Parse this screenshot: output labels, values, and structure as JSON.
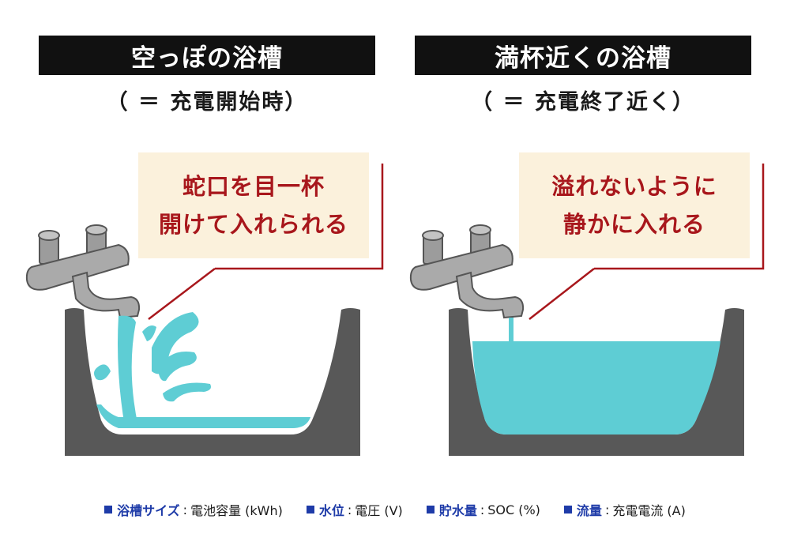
{
  "left_panel": {
    "title": "空っぽの浴槽",
    "subtitle": "（ ＝ 充電開始時）",
    "callout_line1": "蛇口を目一杯",
    "callout_line2": "開けて入れられる"
  },
  "right_panel": {
    "title": "満杯近くの浴槽",
    "subtitle": "（ ＝ 充電終了近く）",
    "callout_line1": "溢れないように",
    "callout_line2": "静かに入れる"
  },
  "legend": [
    {
      "term": "浴槽サイズ",
      "meaning": "電池容量 (kWh)"
    },
    {
      "term": "水位",
      "meaning": "電圧 (V)"
    },
    {
      "term": "貯水量",
      "meaning": "SOC (%)"
    },
    {
      "term": "流量",
      "meaning": "充電電流 (A)"
    }
  ],
  "colors": {
    "water": "#5ecdd4",
    "tub": "#585858",
    "faucet": "#aaaaaa",
    "callout_bg": "#fbf1dc",
    "callout_border": "#a8171c",
    "accent_text": "#a8171c",
    "legend_term": "#1e3ba8"
  },
  "icons": [
    "faucet-icon",
    "bathtub-icon",
    "water-splash-icon"
  ]
}
